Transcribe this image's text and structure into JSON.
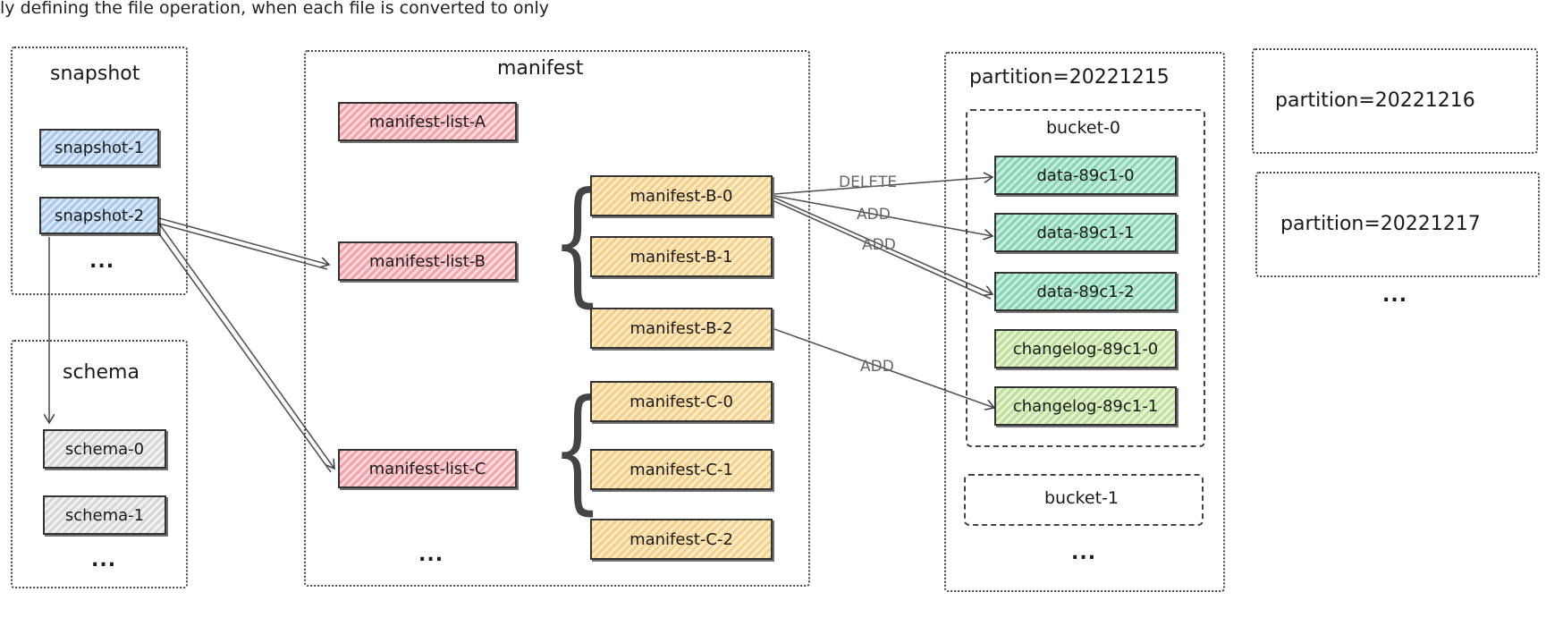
{
  "top_text": "ly defining the file operation, when each file is converted to only",
  "groups": {
    "snapshot": {
      "title": "snapshot",
      "items": [
        "snapshot-1",
        "snapshot-2"
      ],
      "more": "..."
    },
    "schema": {
      "title": "schema",
      "items": [
        "schema-0",
        "schema-1"
      ],
      "more": "..."
    },
    "manifest": {
      "title": "manifest",
      "lists": [
        "manifest-list-A",
        "manifest-list-B",
        "manifest-list-C"
      ],
      "b_items": [
        "manifest-B-0",
        "manifest-B-1",
        "manifest-B-2"
      ],
      "c_items": [
        "manifest-C-0",
        "manifest-C-1",
        "manifest-C-2"
      ],
      "more": "..."
    },
    "partition_1": {
      "title": "partition=20221215",
      "bucket0": {
        "title": "bucket-0",
        "data_files": [
          "data-89c1-0",
          "data-89c1-1",
          "data-89c1-2"
        ],
        "changelog_files": [
          "changelog-89c1-0",
          "changelog-89c1-1"
        ]
      },
      "bucket1": {
        "title": "bucket-1"
      },
      "more": "..."
    },
    "partition_2": {
      "title": "partition=20221216"
    },
    "partition_3": {
      "title": "partition=20221217"
    },
    "partitions_more": "..."
  },
  "edge_labels": {
    "delete": "DELETE",
    "add_1": "ADD",
    "add_2": "ADD",
    "add_3": "ADD"
  }
}
